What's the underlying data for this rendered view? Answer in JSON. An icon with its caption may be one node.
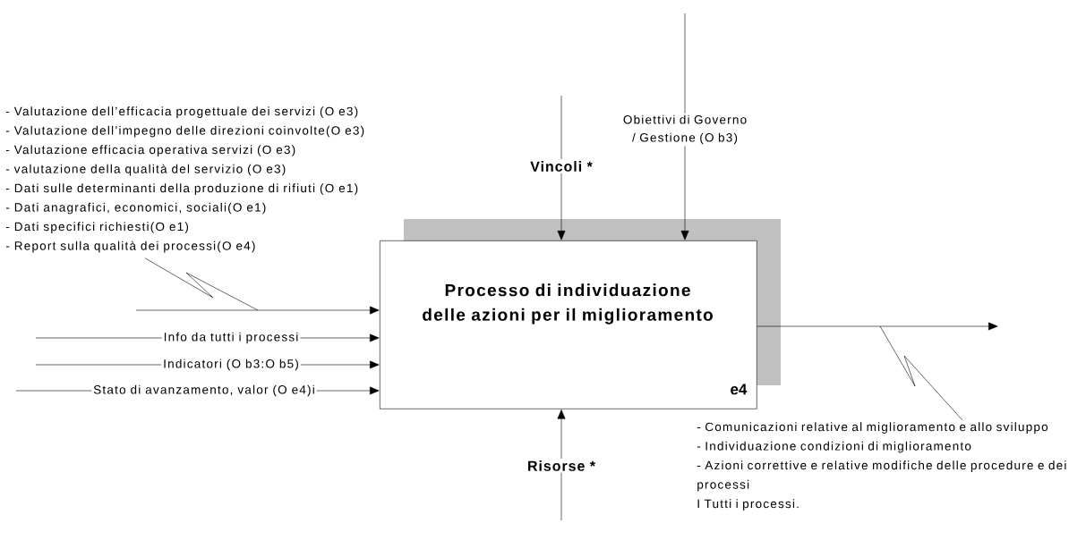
{
  "diagram": {
    "nodes": [
      {
        "text": [
          "Processo di individuazione delle azioni per il miglioramento",
          "e4"
        ]
      },
      {
        "text": [
          "- Valutazione dell’efficacia progettuale dei servizi (O e3)",
          "- Valutazione dell’impegno delle direzioni coinvolte(O e3)",
          "- Valutazione efficacia operativa servizi (O e3)",
          "- valutazione della qualità del servizio (O e3)",
          "- Dati sulle determinanti della produzione di rifiuti (O e1)",
          "- Dati anagrafici, economici, sociali(O e1)",
          "- Dati specifici richiesti(O e1)",
          "- Report sulla qualità dei processi(O e4)"
        ]
      },
      {
        "text": [
          "- Comunicazioni relative al miglioramento e allo sviluppo",
          "- Individuazione condizioni di miglioramento",
          "- Azioni correttive e relative modifiche delle procedure e dei processi",
          "I Tutti i processi."
        ]
      }
    ],
    "edges": [
      {
        "from": null,
        "to": 0,
        "arrow": "to"
      },
      {
        "from": 1,
        "to": null,
        "arrow": "none"
      },
      {
        "from": null,
        "to": 0,
        "arrow": "to",
        "label": "Info da tutti i processi"
      },
      {
        "from": null,
        "to": 0,
        "arrow": "to",
        "label": "Indicatori (O b3:O b5)"
      },
      {
        "from": null,
        "to": 0,
        "arrow": "to",
        "label": "Stato di avanzamento, valor (O e4)i"
      },
      {
        "from": null,
        "to": 0,
        "arrow": "to",
        "label": "Vincoli *"
      },
      {
        "from": null,
        "to": 0,
        "arrow": "to",
        "label": "Obiettivi di Governo / Gestione (O b3)"
      },
      {
        "from": null,
        "to": 0,
        "arrow": "to",
        "label": "Risorse *"
      },
      {
        "from": 0,
        "to": null,
        "arrow": "to"
      },
      {
        "from": 2,
        "to": null,
        "arrow": "none"
      }
    ]
  }
}
